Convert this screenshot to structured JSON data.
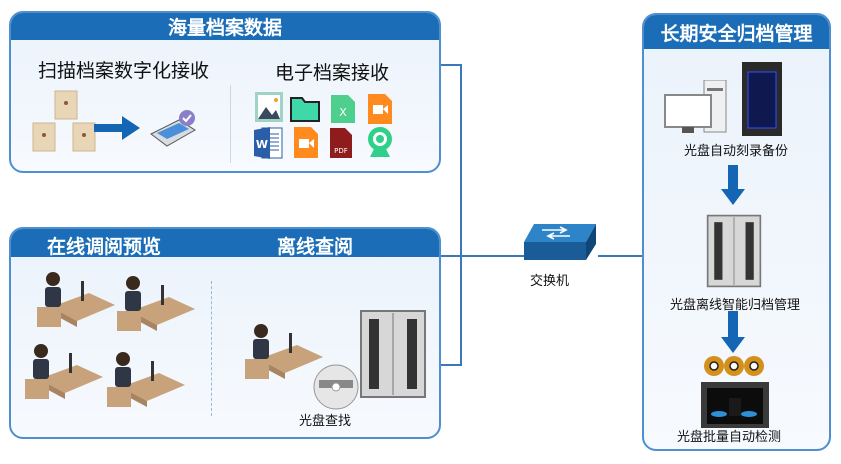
{
  "panels": {
    "mass_data": {
      "title": "海量档案数据",
      "scan_section": "扫描档案数字化接收",
      "electronic_section": "电子档案接收",
      "file_icons": [
        "image-icon",
        "folder-icon",
        "excel-icon",
        "video-icon",
        "word-icon",
        "video-icon",
        "pdf-icon",
        "webcam-icon"
      ],
      "pdf_text": "PDF",
      "excel_text": "X",
      "word_text": "W"
    },
    "access": {
      "online_title": "在线调阅预览",
      "offline_title": "离线查阅",
      "disc_search": "光盘查找"
    },
    "archive": {
      "title": "长期安全归档管理",
      "steps": [
        "光盘自动刻录备份",
        "光盘离线智能归档管理",
        "光盘批量自动检测"
      ]
    }
  },
  "network": {
    "switch_label": "交换机"
  },
  "colors": {
    "header": "#1a6db6",
    "border": "#4f8fcf",
    "arrow": "#1565b5"
  }
}
